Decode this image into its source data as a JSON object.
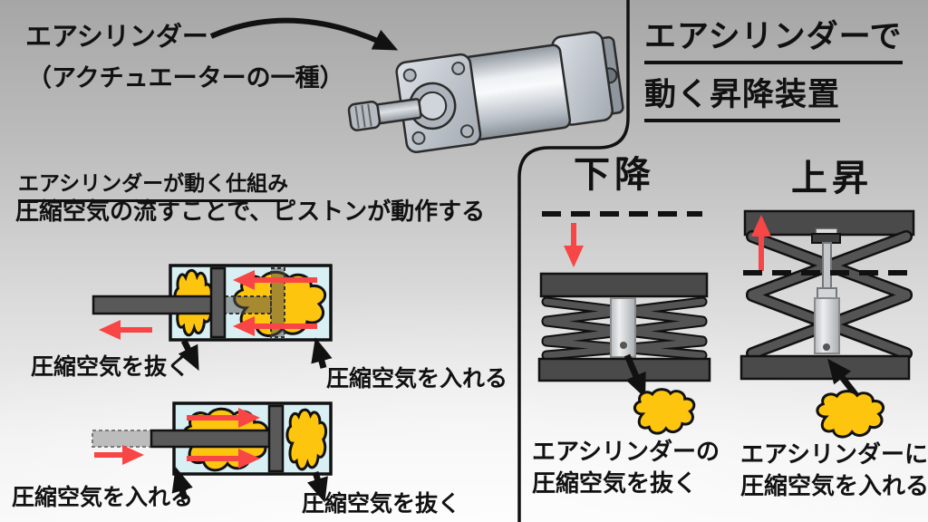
{
  "colors": {
    "accent_red": "#f84545",
    "cloud_yellow": "#fec50f",
    "cylinder_chamber_blue": "#d8eff3",
    "piston_gray": "#595959",
    "lift_dark_gray": "#4a4a4a",
    "outline_black": "#111111"
  },
  "intro": {
    "title": "エアシリンダー",
    "subtitle": "（アクチュエーターの一種）"
  },
  "mechanism": {
    "heading": "エアシリンダーが動く仕組み",
    "description": "圧縮空気の流すことで、ピストンが動作する",
    "retract_diagram": {
      "label_exhaust": "圧縮空気を抜く",
      "label_supply": "圧縮空気を入れる"
    },
    "extend_diagram": {
      "label_supply": "圧縮空気を入れる",
      "label_exhaust": "圧縮空気を抜く"
    }
  },
  "lift_panel": {
    "title_line1": "エアシリンダーで",
    "title_line2": "動く昇降装置",
    "descend": {
      "label": "下降",
      "caption_line1": "エアシリンダーの",
      "caption_line2": "圧縮空気を抜く"
    },
    "ascend": {
      "label": "上昇",
      "caption_line1": "エアシリンダーに",
      "caption_line2": "圧縮空気を入れる"
    }
  }
}
